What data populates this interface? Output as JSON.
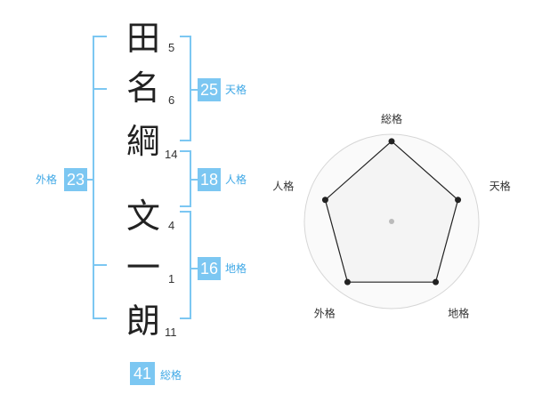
{
  "name": {
    "chars": [
      "田",
      "名",
      "綱",
      "文",
      "一",
      "朗"
    ],
    "strokes": [
      "5",
      "6",
      "14",
      "4",
      "1",
      "11"
    ]
  },
  "kaku": {
    "tenkaku": {
      "value": "25",
      "label": "天格"
    },
    "jinkaku": {
      "value": "18",
      "label": "人格"
    },
    "chikaku": {
      "value": "16",
      "label": "地格"
    },
    "gaikaku": {
      "value": "23",
      "label": "外格"
    },
    "soukaku": {
      "value": "41",
      "label": "総格"
    }
  },
  "chart_data": {
    "type": "radar",
    "axes": [
      "総格",
      "天格",
      "地格",
      "外格",
      "人格"
    ],
    "values": [
      0.92,
      0.8,
      0.86,
      0.86,
      0.8
    ],
    "rings": 4,
    "colors": {
      "fill": "#f2f2f2",
      "stroke": "#222222",
      "ring": "#d6d6d6",
      "point": "#222222",
      "center": "#bbbbbb"
    }
  },
  "colors": {
    "accent": "#7cc7f2",
    "bracket": "#7cc7f2"
  }
}
